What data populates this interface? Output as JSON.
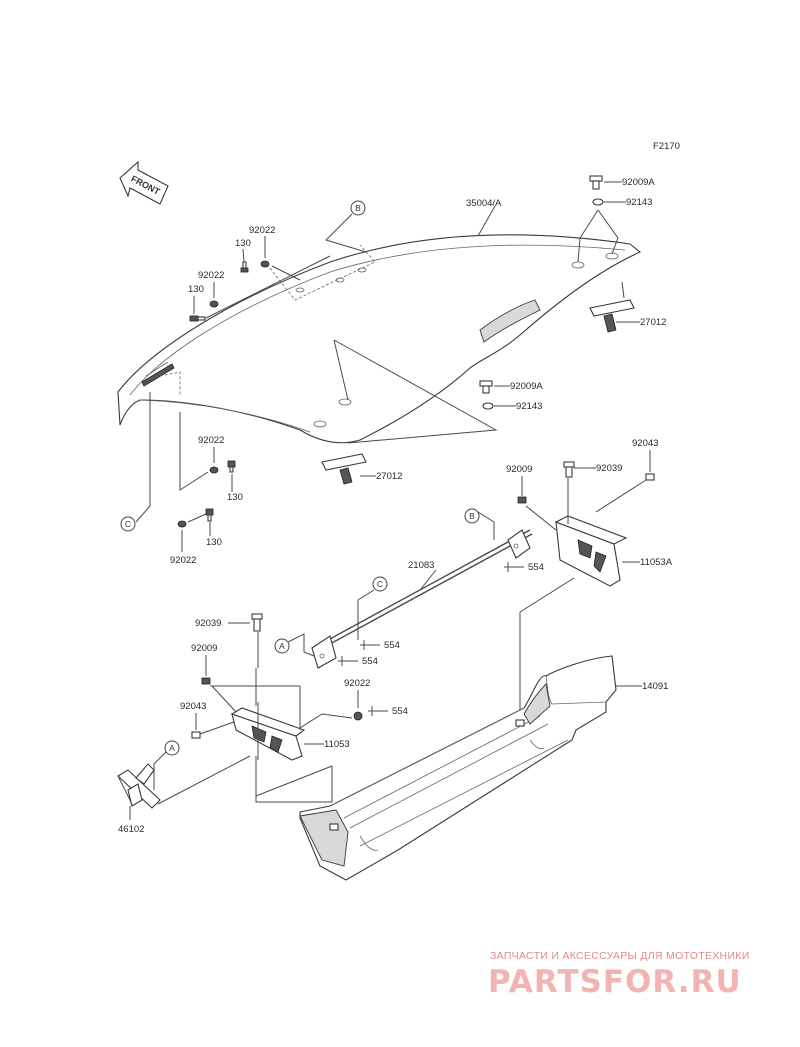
{
  "figure_code": "F2170",
  "front_arrow": "FRONT",
  "callouts": {
    "c_35004A": "35004/A",
    "c_92009A_top": "92009A",
    "c_92143_top": "92143",
    "c_27012_right": "27012",
    "c_92009A_mid": "92009A",
    "c_92143_mid": "92143",
    "c_27012_mid": "27012",
    "c_92022_a": "92022",
    "c_130_a": "130",
    "c_92022_b": "92022",
    "c_130_b": "130",
    "c_92022_c": "92022",
    "c_130_c": "130",
    "c_130_d": "130",
    "c_92022_d": "92022",
    "c_92043_r": "92043",
    "c_92009_r": "92009",
    "c_92039_r": "92039",
    "c_11053A": "11053A",
    "c_21083": "21083",
    "c_554_a": "554",
    "c_554_b": "554",
    "c_554_c": "554",
    "c_554_d": "554",
    "c_92039_l": "92039",
    "c_92009_l": "92009",
    "c_92022_e": "92022",
    "c_92043_l": "92043",
    "c_11053": "11053",
    "c_14091": "14091",
    "c_46102": "46102"
  },
  "reference_marks": {
    "B1": "B",
    "C1": "C",
    "B2": "B",
    "C2": "C",
    "A1": "A",
    "A2": "A"
  },
  "watermark": {
    "subtitle": "ЗАПЧАСТИ И АКСЕССУАРЫ ДЛЯ МОТОТЕХНИКИ",
    "logo": "PARTSFOR.RU"
  }
}
